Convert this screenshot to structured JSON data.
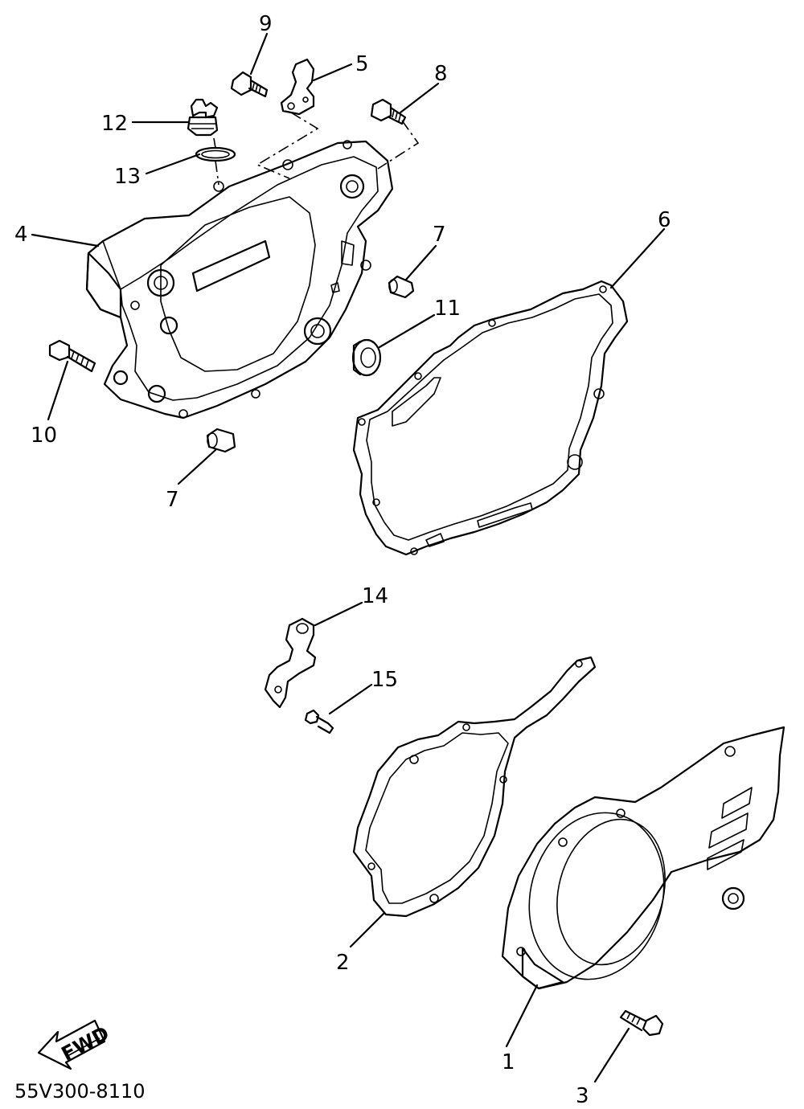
{
  "diagram_code": "55V300-8110",
  "fwd_label": "FWD",
  "callouts": [
    {
      "id": "c9",
      "text": "9"
    },
    {
      "id": "c5",
      "text": "5"
    },
    {
      "id": "c8",
      "text": "8"
    },
    {
      "id": "c12",
      "text": "12"
    },
    {
      "id": "c13",
      "text": "13"
    },
    {
      "id": "c4",
      "text": "4"
    },
    {
      "id": "c7a",
      "text": "7"
    },
    {
      "id": "c6",
      "text": "6"
    },
    {
      "id": "c11",
      "text": "11"
    },
    {
      "id": "c10",
      "text": "10"
    },
    {
      "id": "c7b",
      "text": "7"
    },
    {
      "id": "c14",
      "text": "14"
    },
    {
      "id": "c15",
      "text": "15"
    },
    {
      "id": "c2",
      "text": "2"
    },
    {
      "id": "c1",
      "text": "1"
    },
    {
      "id": "c3",
      "text": "3"
    }
  ]
}
